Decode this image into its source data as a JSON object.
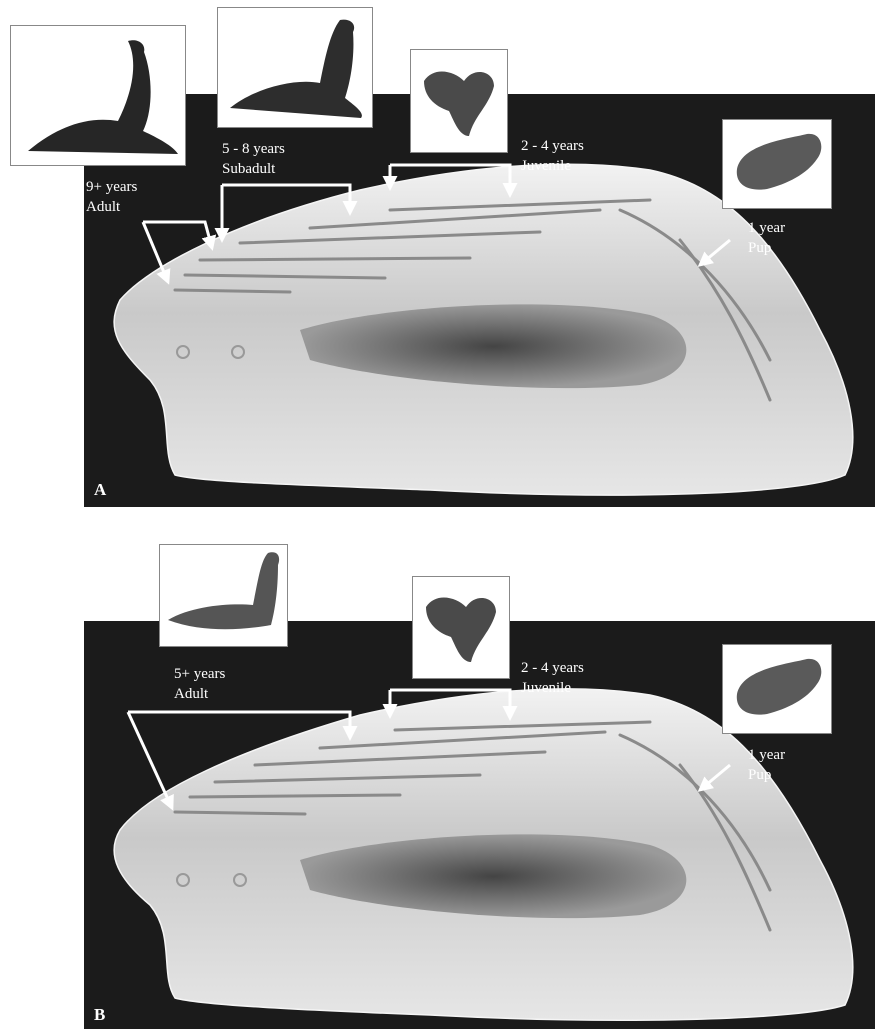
{
  "panel_a": {
    "letter": "A",
    "stages": {
      "adult": {
        "age": "9+ years",
        "stage": "Adult"
      },
      "subadult": {
        "age": "5 - 8 years",
        "stage": "Subadult"
      },
      "juvenile": {
        "age": "2 - 4 years",
        "stage": "Juvenile"
      },
      "pup": {
        "age": "1 year",
        "stage": "Pup"
      }
    }
  },
  "panel_b": {
    "letter": "B",
    "stages": {
      "adult": {
        "age": "5+ years",
        "stage": "Adult"
      },
      "juvenile": {
        "age": "2 - 4 years",
        "stage": "Juvenile"
      },
      "pup": {
        "age": "1 year",
        "stage": "Pup"
      }
    }
  },
  "colors": {
    "background": "#1b1b1b",
    "arrows": "#ffffff",
    "tooth": "#cfcfcf"
  }
}
